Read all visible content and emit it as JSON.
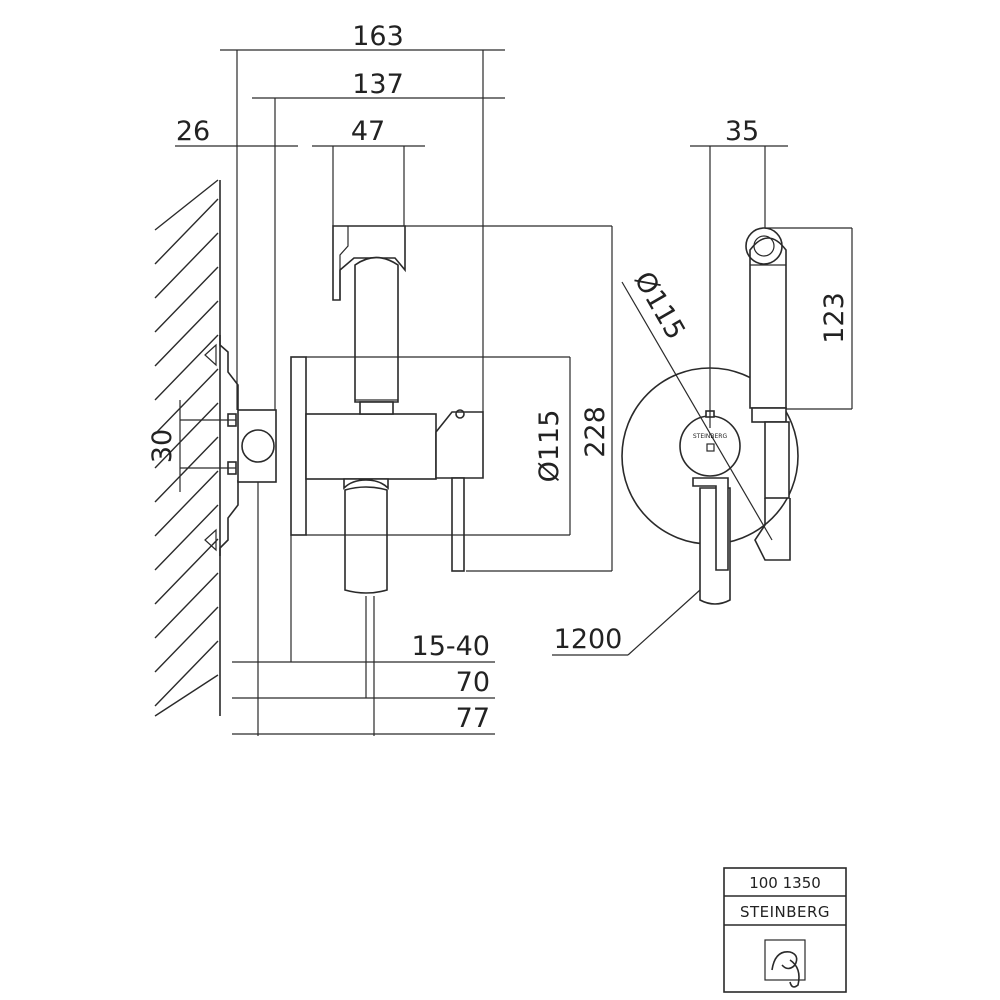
{
  "drawing": {
    "dimensions": {
      "total_depth": "163",
      "body_depth": "137",
      "wall_offset": "26",
      "holder_width": "47",
      "rosette_diameter": "Ø115",
      "total_height": "228",
      "mount_spacing": "30",
      "rosette_gap": "15-40",
      "outlet_depth_a": "70",
      "outlet_depth_b": "77",
      "front_width": "35",
      "shower_height": "123",
      "front_rosette_diameter": "Ø115",
      "hose_length": "1200"
    },
    "plate_brand": "STEINBERG"
  },
  "title_block": {
    "article_number": "100 1350",
    "brand": "STEINBERG"
  }
}
